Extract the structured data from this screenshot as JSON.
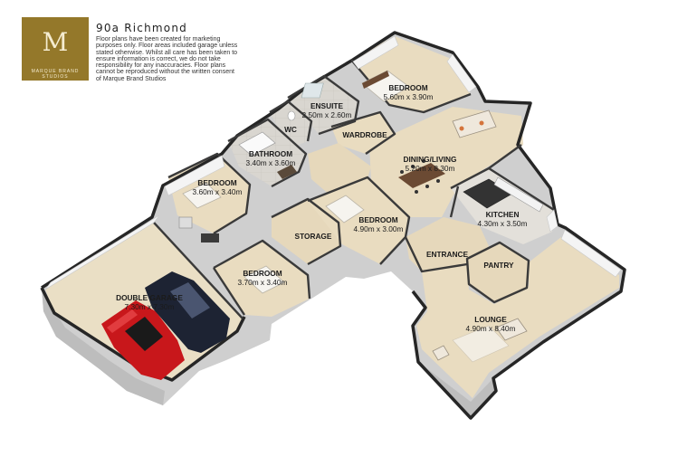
{
  "header": {
    "title": "90a  Richmond",
    "disclaimer": "Floor plans have been created for marketing purposes only. Floor areas included garage unless stated otherwise. Whilst all care has been taken to ensure information is correct, we do not take responsibility for any inaccuracies. Floor plans cannot be reproduced without the written consent of Marque Brand Studios"
  },
  "logo": {
    "monogram": "M",
    "brand": "MARQUE BRAND STUDIOS"
  },
  "rooms": [
    {
      "id": "bedroom-top",
      "name": "BEDROOM",
      "size": "5.60m x 3.90m"
    },
    {
      "id": "ensuite",
      "name": "ENSUITE",
      "size": "2.50m x 2.60m"
    },
    {
      "id": "wc",
      "name": "WC",
      "size": ""
    },
    {
      "id": "wardrobe",
      "name": "WARDROBE",
      "size": ""
    },
    {
      "id": "dining-living",
      "name": "DINING/LIVING",
      "size": "5.20m x 8.30m"
    },
    {
      "id": "bathroom",
      "name": "BATHROOM",
      "size": "3.40m x 3.60m"
    },
    {
      "id": "bedroom-left",
      "name": "BEDROOM",
      "size": "3.60m x 3.40m"
    },
    {
      "id": "kitchen",
      "name": "KITCHEN",
      "size": "4.30m x 3.50m"
    },
    {
      "id": "bedroom-middle",
      "name": "BEDROOM",
      "size": "4.90m x 3.00m"
    },
    {
      "id": "storage",
      "name": "STORAGE",
      "size": ""
    },
    {
      "id": "entrance",
      "name": "ENTRANCE",
      "size": ""
    },
    {
      "id": "pantry",
      "name": "PANTRY",
      "size": ""
    },
    {
      "id": "bedroom-bottom",
      "name": "BEDROOM",
      "size": "3.70m x 3.40m"
    },
    {
      "id": "double-garage",
      "name": "DOUBLE GARAGE",
      "size": "7.30m x 7.30m"
    },
    {
      "id": "lounge",
      "name": "LOUNGE",
      "size": "4.90m x 8.40m"
    }
  ],
  "colors": {
    "floor": "#e9dcc0",
    "garage_floor": "#eadfc5",
    "wall_top": "#2a2a2a",
    "wall_face": "#f1f1f1",
    "wall_side": "#d2d2d2",
    "car_red": "#c8171b",
    "car_navy": "#1d2333",
    "logo_gold": "#94782a"
  }
}
